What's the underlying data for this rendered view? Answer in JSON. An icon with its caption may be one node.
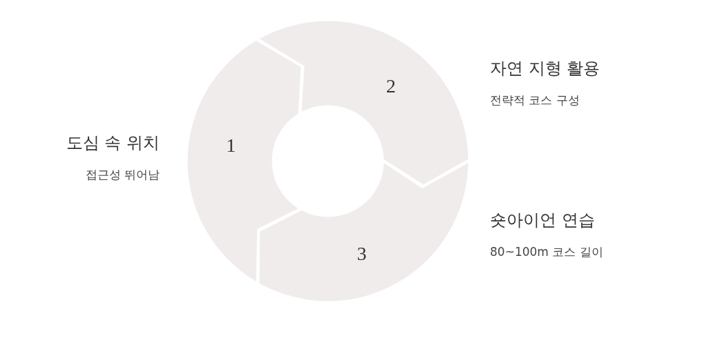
{
  "diagram": {
    "nodes": [
      {
        "text": [
          "1"
        ],
        "beside": [
          "도심 속 위치",
          "접근성 뛰어남"
        ]
      },
      {
        "text": [
          "2"
        ],
        "beside": [
          "자연 지형 활용",
          "전략적 코스 구성"
        ]
      },
      {
        "text": [
          "3"
        ],
        "beside": [
          "숏아이언 연습",
          "80~100m 코스 길이"
        ]
      }
    ]
  }
}
